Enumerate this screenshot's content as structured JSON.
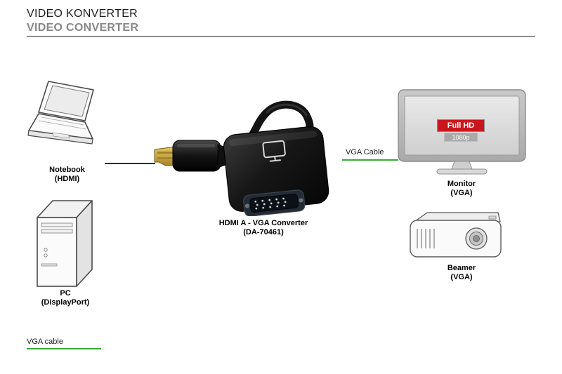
{
  "header": {
    "title_de": "VIDEO KONVERTER",
    "title_en": "VIDEO CONVERTER"
  },
  "devices": {
    "notebook": {
      "name": "Notebook",
      "port": "(HDMI)"
    },
    "pc": {
      "name": "PC",
      "port": "(DisplayPort)"
    },
    "monitor": {
      "name": "Monitor",
      "port": "(VGA)",
      "badge": "Full HD",
      "resolution": "1080p"
    },
    "beamer": {
      "name": "Beamer",
      "port": "(VGA)"
    }
  },
  "converter": {
    "name": "HDMI A - VGA Converter",
    "model": "(DA-70461)"
  },
  "connections": {
    "vga_cable_label": "VGA Cable"
  },
  "legend": {
    "vga_cable": "VGA cable"
  },
  "colors": {
    "cable_green": "#3aaa35",
    "badge_red": "#c8161d",
    "title_gray": "#878787"
  }
}
